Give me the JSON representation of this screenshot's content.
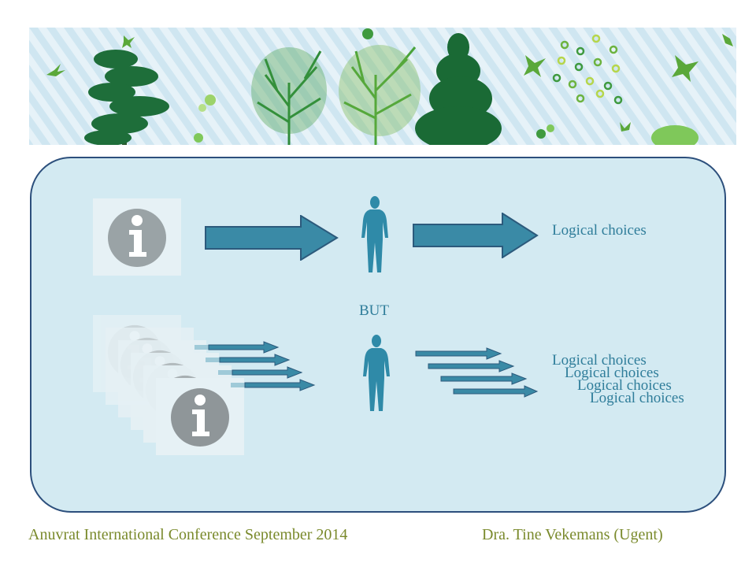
{
  "diagram": {
    "top_row": {
      "result_label": "Logical choices"
    },
    "separator_label": "BUT",
    "bottom_row": {
      "result_labels": [
        "Logical choices",
        "Logical choices",
        "Logical choices",
        "Logical choices"
      ]
    }
  },
  "footer": {
    "left_text": "Anuvrat International Conference September 2014",
    "right_text": "Dra. Tine Vekemans (Ugent)"
  },
  "colors": {
    "panel_fill": "#d3eaf2",
    "panel_border": "#2c4f7c",
    "arrow_fill": "#3a8aa6",
    "arrow_border": "#2c5a7c",
    "figure": "#2f8aa8",
    "footer_text": "#7a8a2c",
    "label_text": "#2f7d9a",
    "tree_dark": "#1e7a3e",
    "tree_light": "#6cb33f"
  },
  "icons": [
    "info-icon",
    "person-icon",
    "arrow-right-icon",
    "tree-banner-image"
  ]
}
